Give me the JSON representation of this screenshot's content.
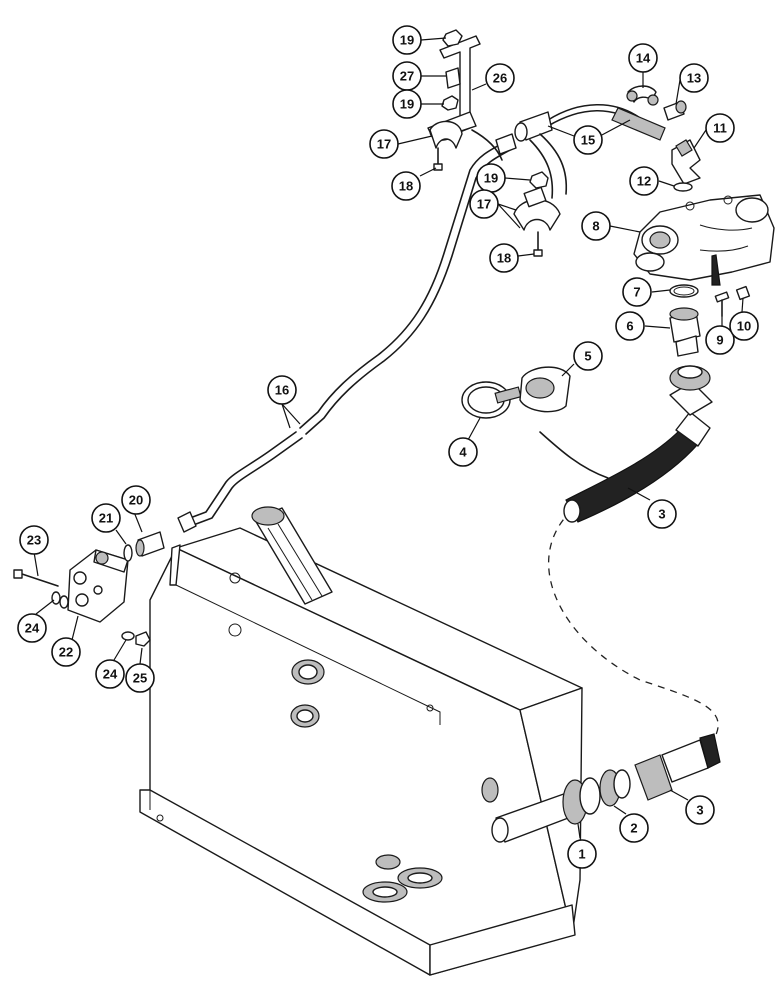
{
  "callouts": [
    {
      "id": "c19a",
      "label": "19"
    },
    {
      "id": "c27",
      "label": "27"
    },
    {
      "id": "c19b",
      "label": "19"
    },
    {
      "id": "c26",
      "label": "26"
    },
    {
      "id": "c17a",
      "label": "17"
    },
    {
      "id": "c18a",
      "label": "18"
    },
    {
      "id": "c14",
      "label": "14"
    },
    {
      "id": "c13",
      "label": "13"
    },
    {
      "id": "c15",
      "label": "15"
    },
    {
      "id": "c11",
      "label": "11"
    },
    {
      "id": "c12",
      "label": "12"
    },
    {
      "id": "c19c",
      "label": "19"
    },
    {
      "id": "c17b",
      "label": "17"
    },
    {
      "id": "c8",
      "label": "8"
    },
    {
      "id": "c18b",
      "label": "18"
    },
    {
      "id": "c7",
      "label": "7"
    },
    {
      "id": "c6",
      "label": "6"
    },
    {
      "id": "c9",
      "label": "9"
    },
    {
      "id": "c10",
      "label": "10"
    },
    {
      "id": "c5",
      "label": "5"
    },
    {
      "id": "c4",
      "label": "4"
    },
    {
      "id": "c16",
      "label": "16"
    },
    {
      "id": "c3a",
      "label": "3"
    },
    {
      "id": "c20",
      "label": "20"
    },
    {
      "id": "c21",
      "label": "21"
    },
    {
      "id": "c23",
      "label": "23"
    },
    {
      "id": "c24a",
      "label": "24"
    },
    {
      "id": "c22",
      "label": "22"
    },
    {
      "id": "c24b",
      "label": "24"
    },
    {
      "id": "c25",
      "label": "25"
    },
    {
      "id": "c1",
      "label": "1"
    },
    {
      "id": "c2",
      "label": "2"
    },
    {
      "id": "c3b",
      "label": "3"
    }
  ]
}
